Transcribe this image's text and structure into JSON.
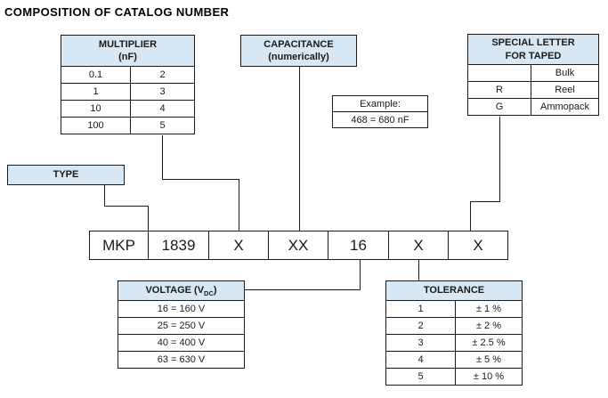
{
  "title": "COMPOSITION OF CATALOG NUMBER",
  "multiplier": {
    "header_line1": "MULTIPLIER",
    "header_line2": "(nF)",
    "rows": [
      [
        "0.1",
        "2"
      ],
      [
        "1",
        "3"
      ],
      [
        "10",
        "4"
      ],
      [
        "100",
        "5"
      ]
    ]
  },
  "capacitance": {
    "line1": "CAPACITANCE",
    "line2": "(numerically)"
  },
  "example": {
    "label": "Example:",
    "value": "468 = 680 nF"
  },
  "special_letter": {
    "header_line1": "SPECIAL LETTER",
    "header_line2": "FOR TAPED",
    "rows": [
      [
        "",
        "Bulk"
      ],
      [
        "R",
        "Reel"
      ],
      [
        "G",
        "Ammopack"
      ]
    ]
  },
  "type_box": {
    "label": "TYPE"
  },
  "catalog_row": {
    "cells": [
      "MKP",
      "1839",
      "X",
      "XX",
      "16",
      "X",
      "X"
    ]
  },
  "voltage": {
    "header_prefix": "VOLTAGE (V",
    "header_sub": "DC",
    "header_suffix": ")",
    "rows": [
      "16 = 160 V",
      "25 = 250 V",
      "40 = 400 V",
      "63 = 630 V"
    ]
  },
  "tolerance": {
    "header": "TOLERANCE",
    "rows": [
      [
        "1",
        "± 1 %"
      ],
      [
        "2",
        "± 2 %"
      ],
      [
        "3",
        "± 2.5 %"
      ],
      [
        "4",
        "± 5 %"
      ],
      [
        "5",
        "± 10 %"
      ]
    ]
  },
  "colors": {
    "table_header_fill": "#d7e8f4",
    "border": "#1a1a1a",
    "text": "#1a1a1a",
    "title_color": "#000000"
  }
}
